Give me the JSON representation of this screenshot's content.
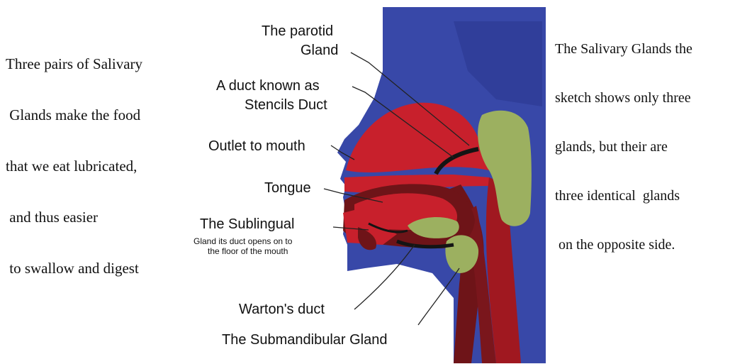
{
  "left_note": {
    "lines": [
      "Three pairs of Salivary",
      " Glands make the food",
      "that we eat lubricated,",
      " and thus easier",
      " to swallow and digest"
    ]
  },
  "right_note": {
    "lines": [
      "The Salivary Glands the",
      "sketch shows only three",
      "glands, but their are",
      "three identical  glands",
      " on the opposite side."
    ]
  },
  "labels": {
    "parotid_1": "The parotid",
    "parotid_2": "Gland",
    "duct_1": "A duct known as",
    "duct_2": "Stencils Duct",
    "outlet": "Outlet to mouth",
    "tongue": "Tongue",
    "sublingual": "The Sublingual",
    "sublingual_note_1": "Gland its duct opens on to",
    "sublingual_note_2": "the floor of the mouth",
    "wartons_duct": "Warton's duct",
    "submandibular": "The Submandibular Gland"
  },
  "colors": {
    "background_tissue": "#3848a8",
    "muscle_red": "#c8202c",
    "dark_maroon": "#6e1418",
    "gland_green": "#9cb060",
    "duct_black": "#141414"
  }
}
